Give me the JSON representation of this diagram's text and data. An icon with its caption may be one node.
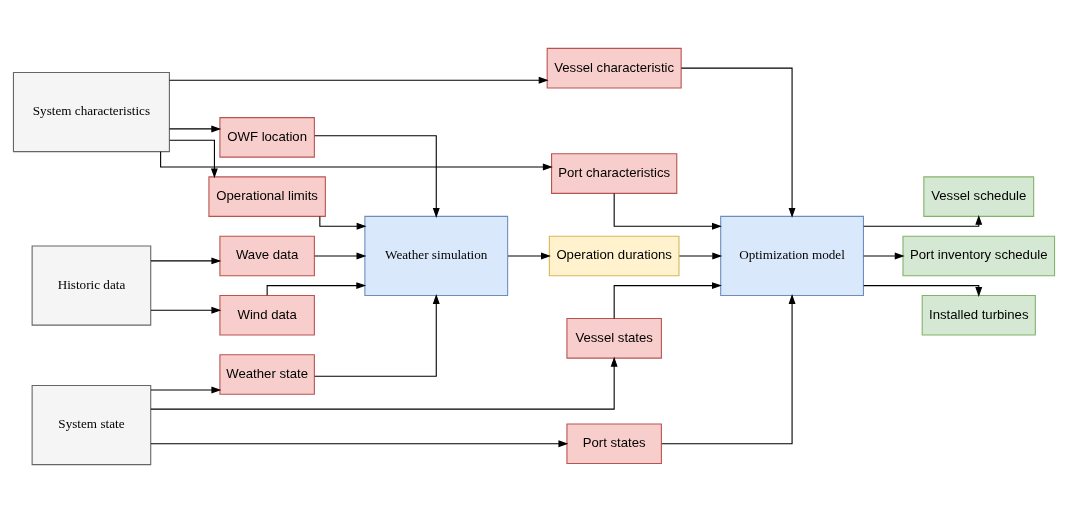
{
  "diagram": {
    "nodes": [
      {
        "text": [
          "System characteristics"
        ]
      },
      {
        "text": [
          "Historic data"
        ]
      },
      {
        "text": [
          "System state"
        ]
      },
      {
        "text": [
          "Operational limits"
        ]
      },
      {
        "text": [
          "OWF location"
        ]
      },
      {
        "text": [
          "Wind data"
        ]
      },
      {
        "text": [
          "Wave data"
        ]
      },
      {
        "text": [
          "Weather state"
        ]
      },
      {
        "text": [
          "Weather simulation"
        ]
      },
      {
        "text": [
          "Port characteristics"
        ]
      },
      {
        "text": [
          "Vessel characteristic"
        ]
      },
      {
        "text": [
          "Operation durations"
        ]
      },
      {
        "text": [
          "Vessel states"
        ]
      },
      {
        "text": [
          "Port states"
        ]
      },
      {
        "text": [
          "Optimization model"
        ]
      },
      {
        "text": [
          "Vessel schedule"
        ]
      },
      {
        "text": [
          "Port inventory schedule"
        ]
      },
      {
        "text": [
          "Installed turbines"
        ]
      }
    ],
    "edges": [
      {
        "from": 0,
        "to": 3,
        "arrow": "to"
      },
      {
        "from": 0,
        "to": 4,
        "arrow": "to"
      },
      {
        "from": 0,
        "to": 9,
        "arrow": "to"
      },
      {
        "from": 0,
        "to": 10,
        "arrow": "to"
      },
      {
        "from": 1,
        "to": 5,
        "arrow": "to"
      },
      {
        "from": 1,
        "to": 6,
        "arrow": "to"
      },
      {
        "from": 2,
        "to": 7,
        "arrow": "to"
      },
      {
        "from": 2,
        "to": 12,
        "arrow": "to"
      },
      {
        "from": 2,
        "to": 13,
        "arrow": "to"
      },
      {
        "from": 3,
        "to": 8,
        "arrow": "to"
      },
      {
        "from": 4,
        "to": 8,
        "arrow": "to"
      },
      {
        "from": 5,
        "to": 8,
        "arrow": "to"
      },
      {
        "from": 6,
        "to": 8,
        "arrow": "to"
      },
      {
        "from": 7,
        "to": 8,
        "arrow": "to"
      },
      {
        "from": 8,
        "to": 11,
        "arrow": "to"
      },
      {
        "from": 9,
        "to": 14,
        "arrow": "to"
      },
      {
        "from": 10,
        "to": 14,
        "arrow": "to"
      },
      {
        "from": 11,
        "to": 14,
        "arrow": "to"
      },
      {
        "from": 12,
        "to": 14,
        "arrow": "to"
      },
      {
        "from": 13,
        "to": 14,
        "arrow": "to"
      },
      {
        "from": 14,
        "to": 15,
        "arrow": "to"
      },
      {
        "from": 14,
        "to": 16,
        "arrow": "to"
      },
      {
        "from": 14,
        "to": 17,
        "arrow": "to"
      }
    ]
  }
}
